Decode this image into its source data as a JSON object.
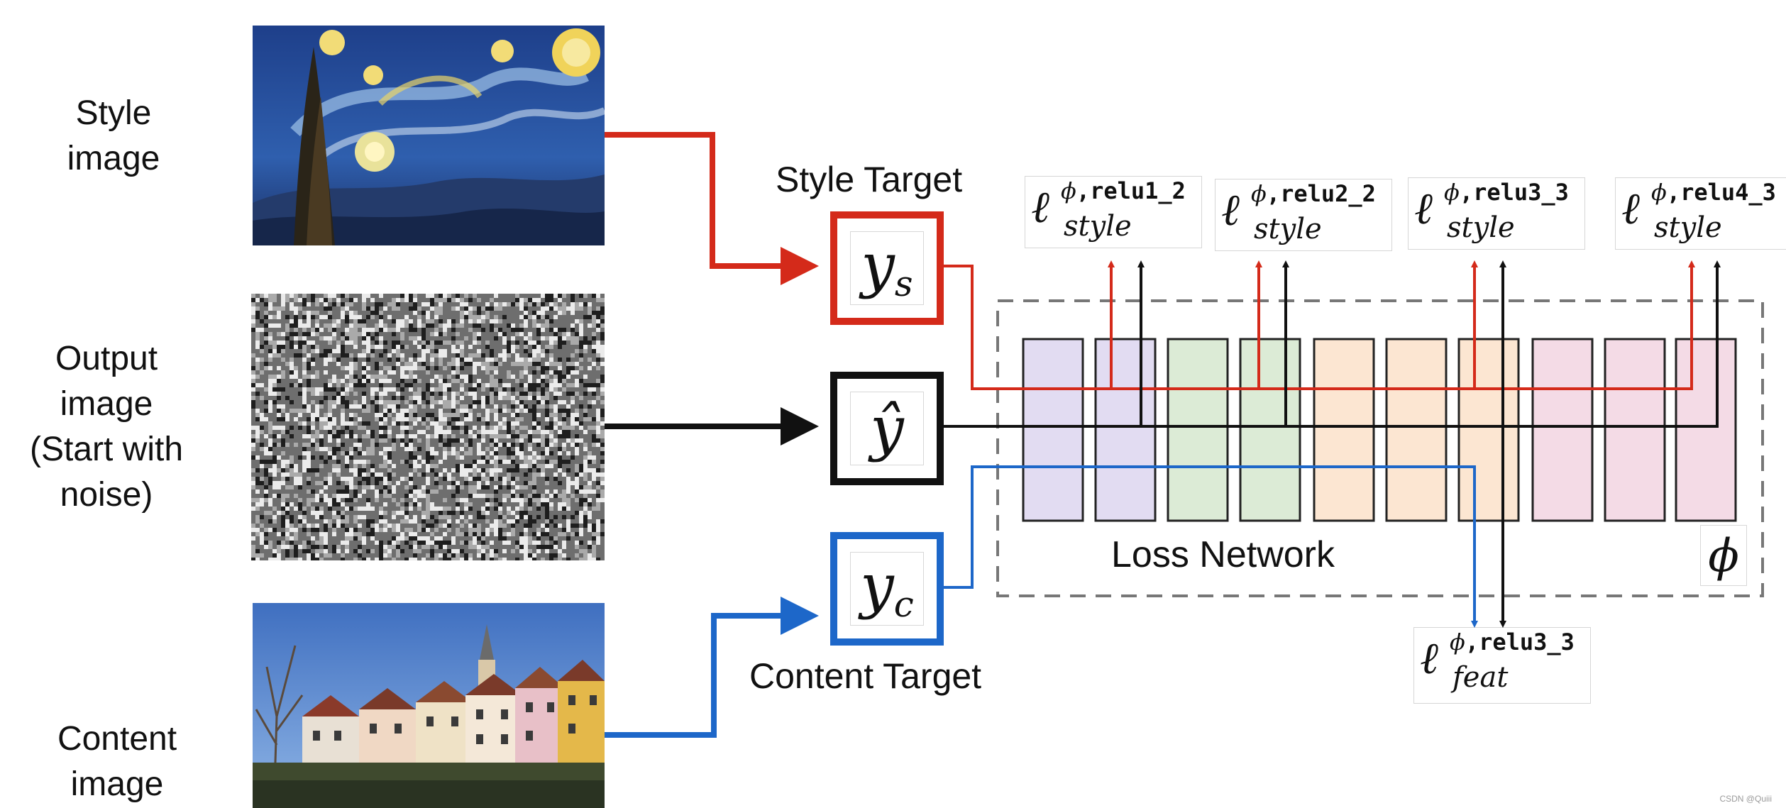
{
  "rows": [
    {
      "label": "Style\nimage"
    },
    {
      "label": "Output\nimage\n(Start with\nnoise)"
    },
    {
      "label": "Content\nimage"
    }
  ],
  "targets": {
    "style_caption": "Style Target",
    "content_caption": "Content Target",
    "style_symbol": "y",
    "style_subscript": "s",
    "output_symbol": "ŷ",
    "content_symbol": "y",
    "content_subscript": "c"
  },
  "loss_network": {
    "label": "Loss Network",
    "phi_symbol": "ϕ",
    "layer_colors": [
      "lavender",
      "lavender",
      "green",
      "green",
      "peach",
      "peach",
      "peach",
      "pink",
      "pink",
      "pink"
    ]
  },
  "style_losses": [
    {
      "ell": "ℓ",
      "phi": "ϕ",
      "layer": ",relu1_2",
      "sub": "style"
    },
    {
      "ell": "ℓ",
      "phi": "ϕ",
      "layer": ",relu2_2",
      "sub": "style"
    },
    {
      "ell": "ℓ",
      "phi": "ϕ",
      "layer": ",relu3_3",
      "sub": "style"
    },
    {
      "ell": "ℓ",
      "phi": "ϕ",
      "layer": ",relu4_3",
      "sub": "style"
    }
  ],
  "feature_loss": {
    "ell": "ℓ",
    "phi": "ϕ",
    "layer": ",relu3_3",
    "sub": "feat"
  },
  "colors": {
    "style_red": "#d42a1a",
    "content_blue": "#1d67c9",
    "output_black": "#111111",
    "lavender": "#e2dcf2",
    "green": "#dcebd6",
    "peach": "#fce6d2",
    "pink": "#f4dbe6"
  },
  "watermark": "CSDN @Quiii"
}
